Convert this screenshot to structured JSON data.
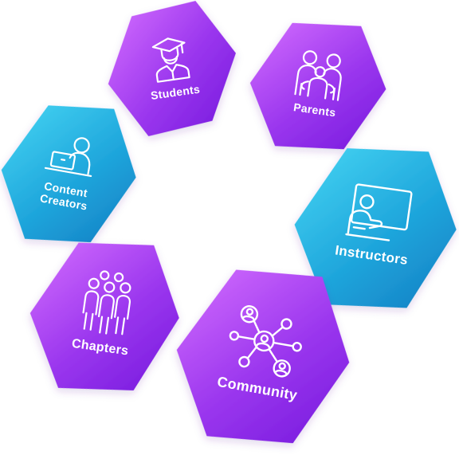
{
  "colors": {
    "purple_light": "#d268ff",
    "purple_dark": "#7b1fe0",
    "blue_light": "#3cd0f0",
    "blue_dark": "#1586c8",
    "icon_stroke": "#ffffff"
  },
  "tiles": [
    {
      "id": "students",
      "label": "Students",
      "theme": "purple",
      "icon": "graduate-icon"
    },
    {
      "id": "parents",
      "label": "Parents",
      "theme": "purple",
      "icon": "family-icon"
    },
    {
      "id": "content-creators",
      "label": "Content Creators",
      "theme": "blue",
      "icon": "laptop-user-icon"
    },
    {
      "id": "instructors",
      "label": "Instructors",
      "theme": "blue",
      "icon": "presentation-icon"
    },
    {
      "id": "chapters",
      "label": "Chapters",
      "theme": "purple",
      "icon": "group-icon"
    },
    {
      "id": "community",
      "label": "Community",
      "theme": "purple",
      "icon": "network-icon"
    }
  ]
}
